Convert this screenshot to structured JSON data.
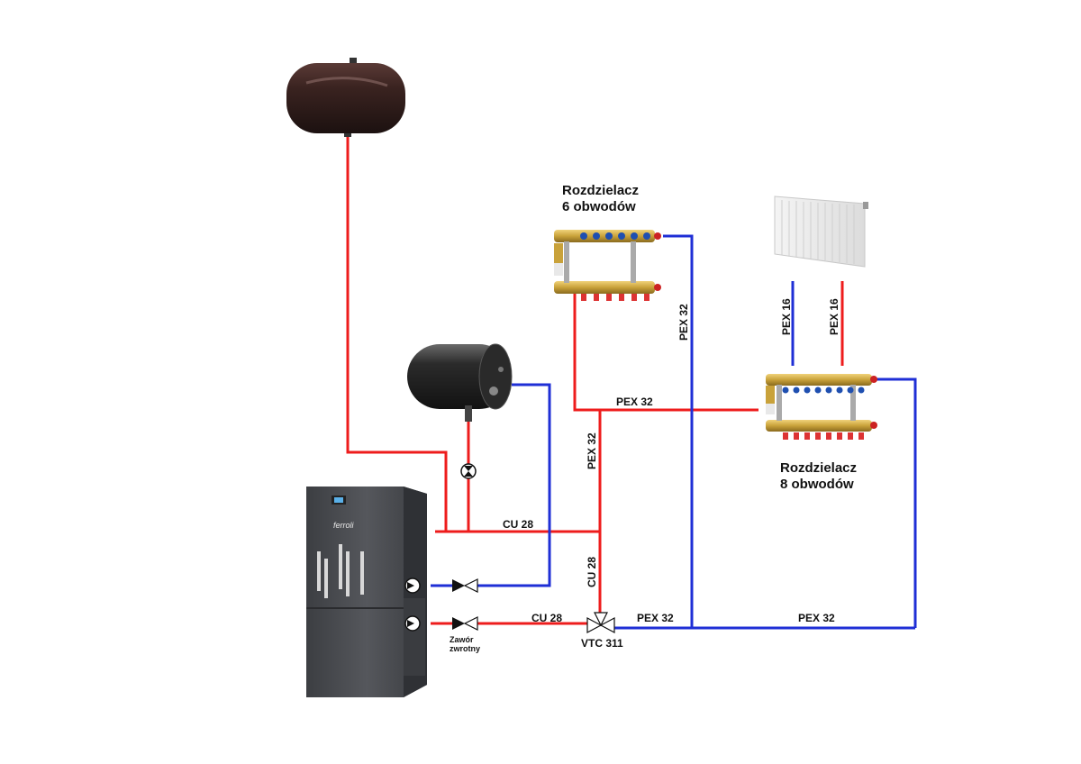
{
  "colors": {
    "supply": "#ee1c1c",
    "return": "#1f2fd6",
    "boiler_body": "#4a4c50",
    "brass": "#c9a23a"
  },
  "labels": {
    "manifold_top_line1": "Rozdzielacz",
    "manifold_top_line2": "6 obwodów",
    "manifold_right_line1": "Rozdzielacz",
    "manifold_right_line2": "8 obwodów",
    "pex32_vertical_right": "PEX 32",
    "pex32_horizontal": "PEX 32",
    "pex32_vertical_mid": "PEX 32",
    "pex16_blue": "PEX 16",
    "pex16_red": "PEX 16",
    "cu28_top": "CU 28",
    "cu28_vertical": "CU 28",
    "cu28_bottom": "CU 28",
    "pex32_bottom_left": "PEX 32",
    "pex32_bottom_right": "PEX 32",
    "valve_name": "VTC 311",
    "check_valve_line1": "Zawór",
    "check_valve_line2": "zwrotny",
    "boiler_logo": "ferroli"
  },
  "components": {
    "expansion_tank": "expansion-tank",
    "hot_water_cylinder": "hot-water-cylinder",
    "radiator": "radiator",
    "boiler": "pellet-boiler",
    "pump": "circulation-pump",
    "mixing_valve": "three-way-valve-icon",
    "check_valve": "check-valve-icon",
    "ball_valve": "ball-valve-icon"
  }
}
